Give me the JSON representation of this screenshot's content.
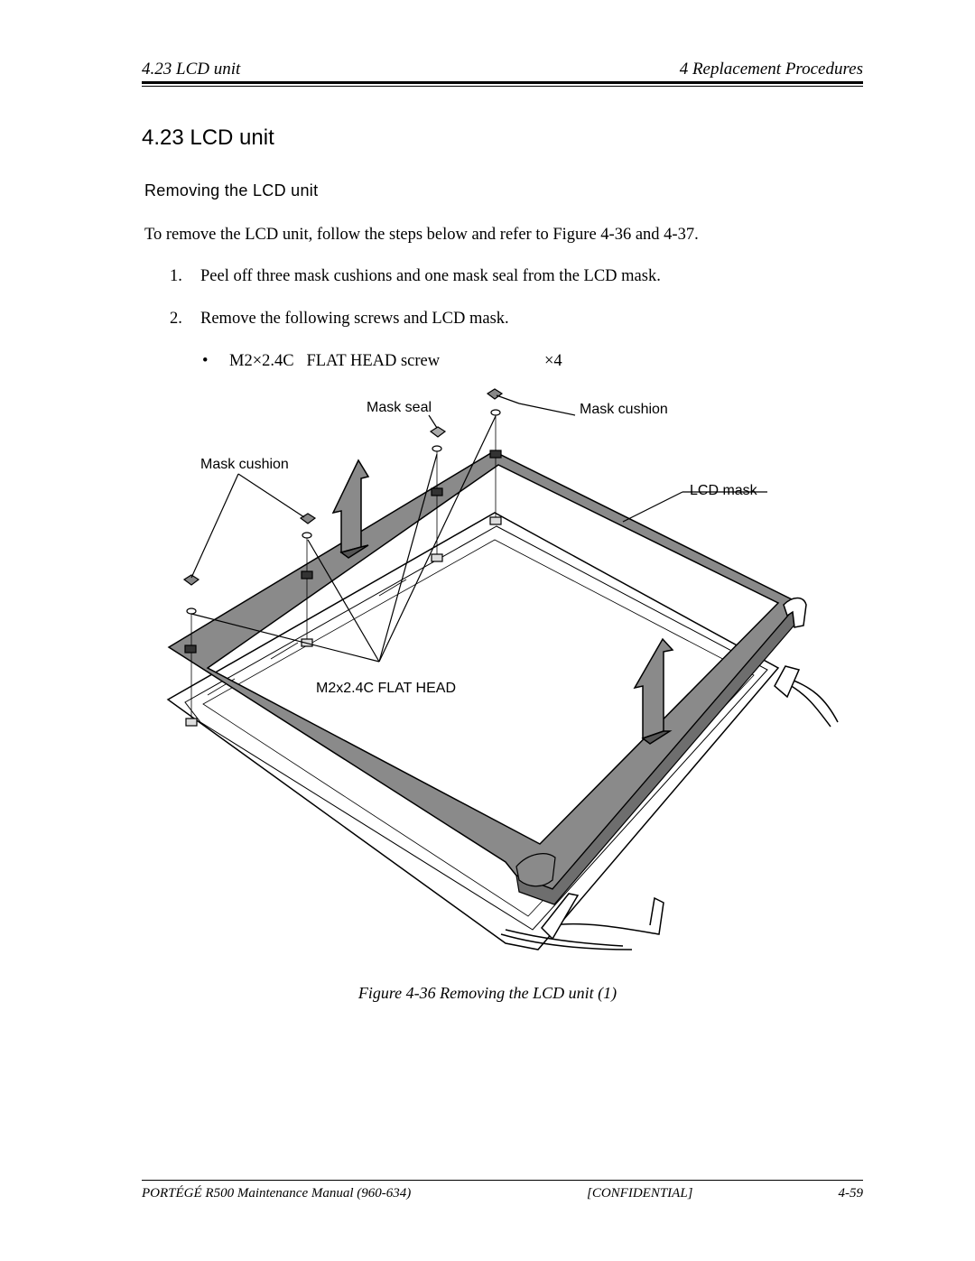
{
  "header": {
    "left": "4.23  LCD unit",
    "right": "4 Replacement Procedures"
  },
  "section_title": "4.23  LCD unit",
  "subsection_title": "Removing the LCD unit",
  "intro": "To remove the LCD unit, follow the steps below and refer to Figure 4-36 and 4-37.",
  "steps": [
    {
      "num": "1.",
      "text": "Peel off three mask cushions and one mask seal from the LCD mask."
    },
    {
      "num": "2.",
      "text": "Remove the following screws and LCD mask."
    }
  ],
  "screw_item": {
    "bullet": "•",
    "name": "M2×2.4C   FLAT HEAD screw",
    "qty": "×4"
  },
  "figure": {
    "labels": {
      "mask_seal": "Mask seal",
      "mask_cushion_right": "Mask cushion",
      "mask_cushion_left": "Mask cushion",
      "lcd_mask": "LCD mask",
      "flat_head": "M2x2.4C FLAT HEAD"
    },
    "caption": "Figure 4-36 Removing the LCD unit (1)"
  },
  "footer": {
    "manual": "PORTÉGÉ R500 Maintenance Manual (960-634)",
    "confidential": "[CONFIDENTIAL]",
    "page": "4-59"
  },
  "colors": {
    "mask_fill": "#8a8a8a",
    "line": "#000000"
  }
}
